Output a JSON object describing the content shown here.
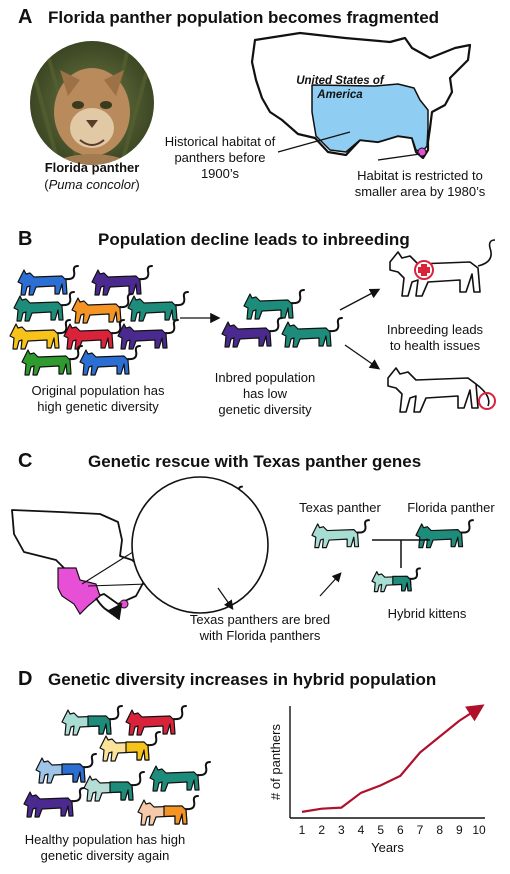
{
  "panelA": {
    "letter": "A",
    "title": "Florida panther population becomes fragmented",
    "photo_name": "Florida panther",
    "photo_species": "Puma concolor",
    "map_country_line1": "United States of",
    "map_country_line2": "America",
    "historical_label_1": "Historical habitat of",
    "historical_label_2": "panthers before",
    "historical_label_3": "1900’s",
    "restricted_label_1": "Habitat is restricted to",
    "restricted_label_2": "smaller area by 1980’s"
  },
  "panelB": {
    "letter": "B",
    "title": "Population decline leads to inbreeding",
    "original_1": "Original population has",
    "original_2": "high genetic diversity",
    "inbred_1": "Inbred population",
    "inbred_2": "has low",
    "inbred_3": "genetic diversity",
    "health_1": "Inbreeding leads",
    "health_2": "to health issues"
  },
  "panelC": {
    "letter": "C",
    "title": "Genetic rescue with Texas panther genes",
    "texas_label": "Texas panther",
    "florida_label": "Florida panther",
    "hybrid_label": "Hybrid kittens",
    "bred_1": "Texas panthers are bred",
    "bred_2": "with Florida panthers"
  },
  "panelD": {
    "letter": "D",
    "title": "Genetic diversity increases in hybrid population",
    "healthy_1": "Healthy population has high",
    "healthy_2": "genetic diversity again"
  },
  "colors": {
    "teal": "#1e8c7a",
    "blue": "#2c6fd4",
    "purple": "#4b2a8f",
    "orange": "#f39425",
    "yellow": "#f7c21a",
    "red": "#d9233b",
    "green": "#2f9b2f",
    "pink": "#e84fd7",
    "habitat_blue": "#8fcdf2",
    "chart_line": "#b0102a"
  },
  "chart_data": {
    "type": "line",
    "xlabel": "Years",
    "ylabel": "# of panthers",
    "x": [
      1,
      2,
      3,
      4,
      5,
      6,
      7,
      8,
      9,
      10
    ],
    "ylim": [
      0,
      100
    ],
    "series": [
      {
        "values": [
          2,
          5,
          6,
          20,
          27,
          36,
          58,
          73,
          88,
          100
        ]
      }
    ],
    "grid": false
  }
}
